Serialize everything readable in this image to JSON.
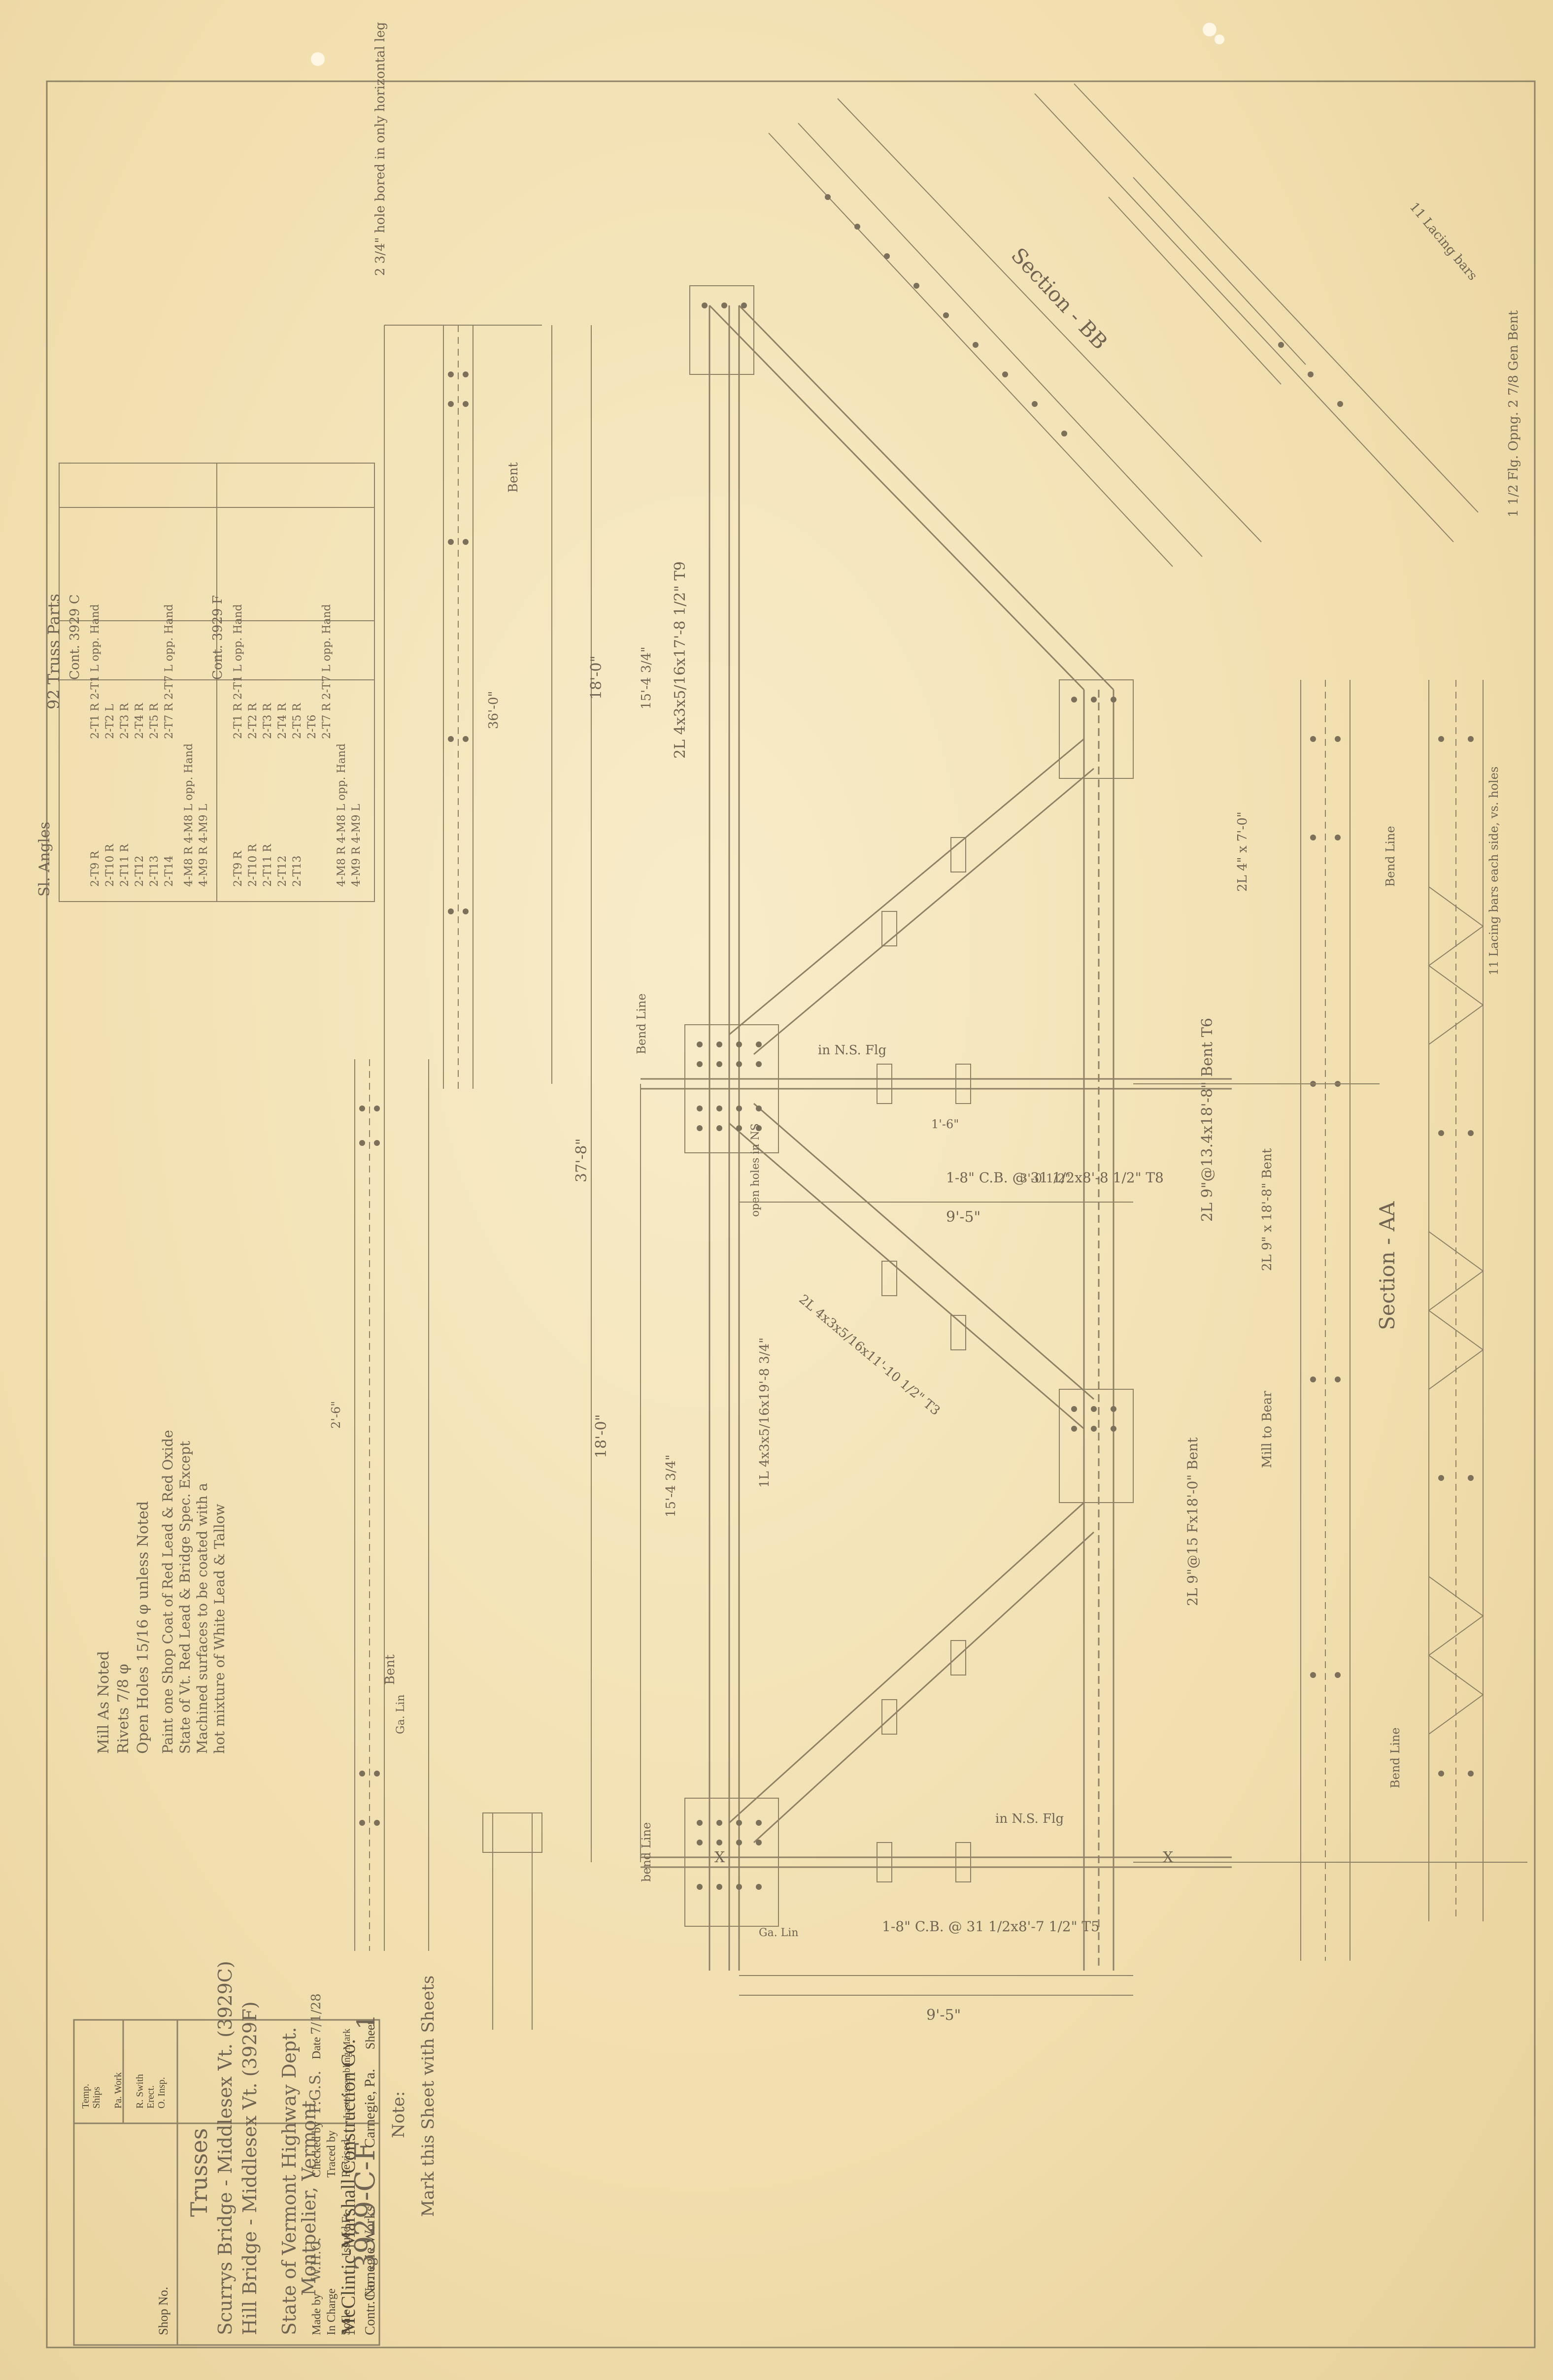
{
  "title_block": {
    "company": "McClintic-Marshall Construction Co.",
    "works": "Carnegie Works",
    "city": "Carnegie, Pa.",
    "contract_label": "Contr. No.",
    "contract_no": "3929-C-F",
    "shop_label": "Shop No.",
    "sheet_label": "Sheet",
    "sheet_no": "1",
    "subject": "Trusses",
    "line_1": "Scurrys Bridge - Middlesex Vt. (3929C)",
    "line_2": "Hill Bridge - Middlesex Vt. (3929F)",
    "line_3": "State of Vermont Highway Dept.",
    "line_4": "Montpelier, Vermont",
    "checked_label": "Checked by",
    "checked_value": "F.G.S.",
    "date_label": "Date",
    "date_value": "7/1/28",
    "made_label": "Made by",
    "made_value": "W.H.C.",
    "in_charge_label": "In Charge",
    "traced_label": "Traced by",
    "scale_label": "Scale",
    "issued_label": "Issued Ft.",
    "revised_label": "Revised",
    "last_label": "Last Assembling Mark",
    "left_labels": [
      "Temp.",
      "Ships",
      "",
      "Pa. Work",
      "",
      "R. Swith",
      "Erect.",
      "O. Insp."
    ]
  },
  "notes": {
    "heading": "Note:",
    "text": "Mark this Sheet with Sheets",
    "mill_note": "Mill As Noted",
    "rivets_note": "Rivets 7/8 φ",
    "holes_note": "Open Holes 15/16 φ unless Noted",
    "paint_lines": [
      "Paint one Shop Coat of Red Lead & Red Oxide",
      "State of Vt. Red Lead & Bridge Spec. Except",
      "Machined surfaces to be coated with a",
      "hot mixture of White Lead & Tallow"
    ]
  },
  "parts_table": {
    "heading": "92 Truss Parts",
    "col1_header": "Cont. 3929 C",
    "col2_header": "Cont. 3929 F",
    "col1": [
      "2-T1 R   2-T1 L opp. Hand",
      "2-T2 L",
      "2-T3 R",
      "2-T4 R",
      "2-T5 R",
      "2-T7 R   2-T7 L opp. Hand",
      "2-T9 R",
      "2-T10 R",
      "2-T11 R",
      "2-T12",
      "2-T13",
      "2-T14"
    ],
    "col2": [
      "2-T1 R   2-T1 L opp. Hand",
      "2-T2 R",
      "2-T3 R",
      "2-T4 R",
      "2-T5 R",
      "2-T6",
      "2-T7 R   2-T7 L opp. Hand",
      "2-T9 R",
      "2-T10 R",
      "2-T11 R",
      "2-T12",
      "2-T13"
    ],
    "angles_label": "Sl. Angles",
    "angles_c": [
      "4-M8 R   4-M8 L opp. Hand",
      "4-M9 R   4-M9 L"
    ],
    "angles_f": [
      "4-M8 R   4-M8 L opp. Hand",
      "4-M9 R   4-M9 L"
    ]
  },
  "labels": {
    "section_aa": "Section - AA",
    "section_bb": "Section - BB",
    "bend_line": "Bend Line",
    "bent": "Bent",
    "dim_main": "9'-5\"",
    "dim_lower": "9'-5\"",
    "dim_a": "37'-8\"",
    "dim_b": "18'-0\"",
    "dim_c": "18'-0\"",
    "dim_d": "15'-4 3/4\"",
    "dim_e": "15'-4 3/4\"",
    "dim_f": "36'-0\"",
    "dim_g": "2'-6\"",
    "dim_h": "1'-6\"",
    "dim_i": "3'-0 1/2\"",
    "member_t9": "2L 4x3x5/16x17'-8 1/2\" T9",
    "member_t6": "2L 9\"@13.4x18'-8\" Bent T6",
    "member_t8": "1-8\" C.B. @ 31 1/2x8'-8 1/2\" T8",
    "member_t5": "1-8\" C.B. @ 31 1/2x8'-7 1/2\" T5",
    "member_t4": "2L 9\"@15 Fx18'-0\" Bent",
    "member_t7": "1L 4x3x5/16x19'-8 3/4\"",
    "member_t3": "2L 4x3x5/16x11'-10 1/2\" T3",
    "member_t10": "2L 4\" x 7'-0\"",
    "member_t11": "2L 9\" x 18'-8\" Bent",
    "in_ns_flg": "in N.S. Flg",
    "lacing_bars": "11 Lacing bars",
    "open_holes": "open holes in NS",
    "mill_to_bear": "Mill to Bear",
    "ga_lin": "Ga. Lin",
    "open_flg": "1 1/2 Flg. Opng. 2 7/8 Gen Bent",
    "lacing_each": "11 Lacing bars each side, vs. holes",
    "bend_line_dist": "bend Line",
    "hole_note": "2 3/4\" hole bored in only horizontal leg",
    "x_mark_1": "X",
    "x_mark_2": "X"
  }
}
